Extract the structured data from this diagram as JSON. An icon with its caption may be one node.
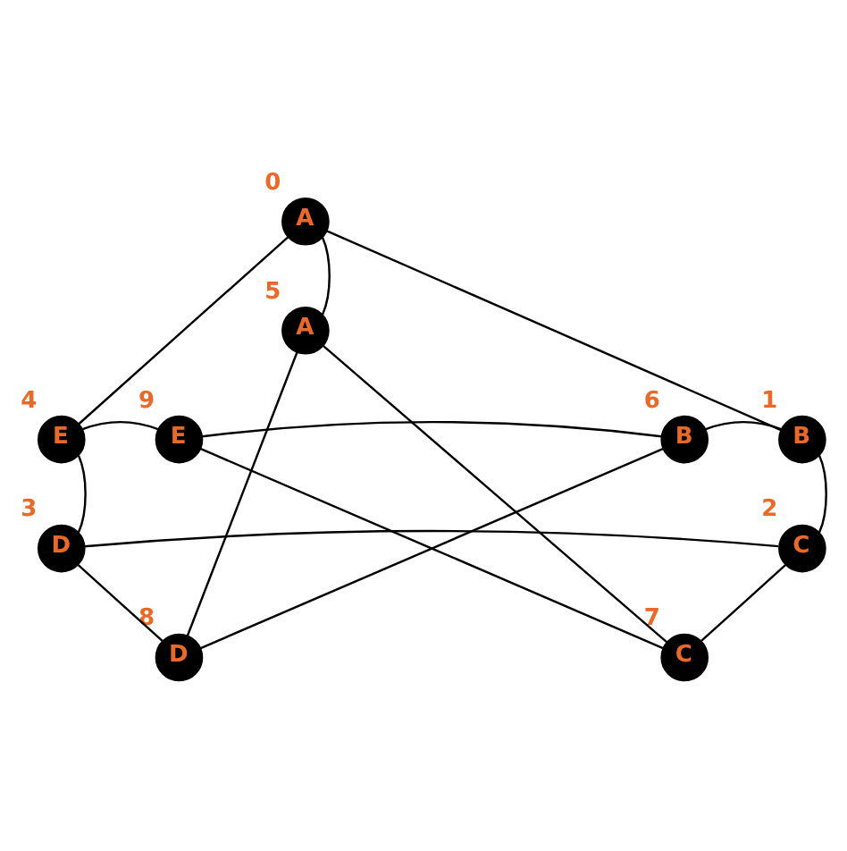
{
  "diagram": {
    "nodes": [
      {
        "text": [
          "A"
        ],
        "beside": [
          "0"
        ]
      },
      {
        "text": [
          "B"
        ],
        "beside": [
          "1"
        ]
      },
      {
        "text": [
          "C"
        ],
        "beside": [
          "2"
        ]
      },
      {
        "text": [
          "D"
        ],
        "beside": [
          "3"
        ]
      },
      {
        "text": [
          "E"
        ],
        "beside": [
          "4"
        ]
      },
      {
        "text": [
          "A"
        ],
        "beside": [
          "5"
        ]
      },
      {
        "text": [
          "B"
        ],
        "beside": [
          "6"
        ]
      },
      {
        "text": [
          "C"
        ],
        "beside": [
          "7"
        ]
      },
      {
        "text": [
          "D"
        ],
        "beside": [
          "8"
        ]
      },
      {
        "text": [
          "E"
        ],
        "beside": [
          "9"
        ]
      }
    ],
    "edges": [
      {
        "from": 0,
        "to": 1,
        "arrow": "none"
      },
      {
        "from": 1,
        "to": 2,
        "arrow": "none"
      },
      {
        "from": 2,
        "to": 3,
        "arrow": "none"
      },
      {
        "from": 3,
        "to": 4,
        "arrow": "none"
      },
      {
        "from": 4,
        "to": 0,
        "arrow": "none"
      },
      {
        "from": 0,
        "to": 5,
        "arrow": "none"
      },
      {
        "from": 1,
        "to": 6,
        "arrow": "none"
      },
      {
        "from": 2,
        "to": 7,
        "arrow": "none"
      },
      {
        "from": 3,
        "to": 8,
        "arrow": "none"
      },
      {
        "from": 4,
        "to": 9,
        "arrow": "none"
      },
      {
        "from": 5,
        "to": 8,
        "arrow": "none"
      },
      {
        "from": 5,
        "to": 7,
        "arrow": "none"
      },
      {
        "from": 9,
        "to": 6,
        "arrow": "none"
      },
      {
        "from": 9,
        "to": 7,
        "arrow": "none"
      },
      {
        "from": 6,
        "to": 8,
        "arrow": "none"
      }
    ]
  }
}
